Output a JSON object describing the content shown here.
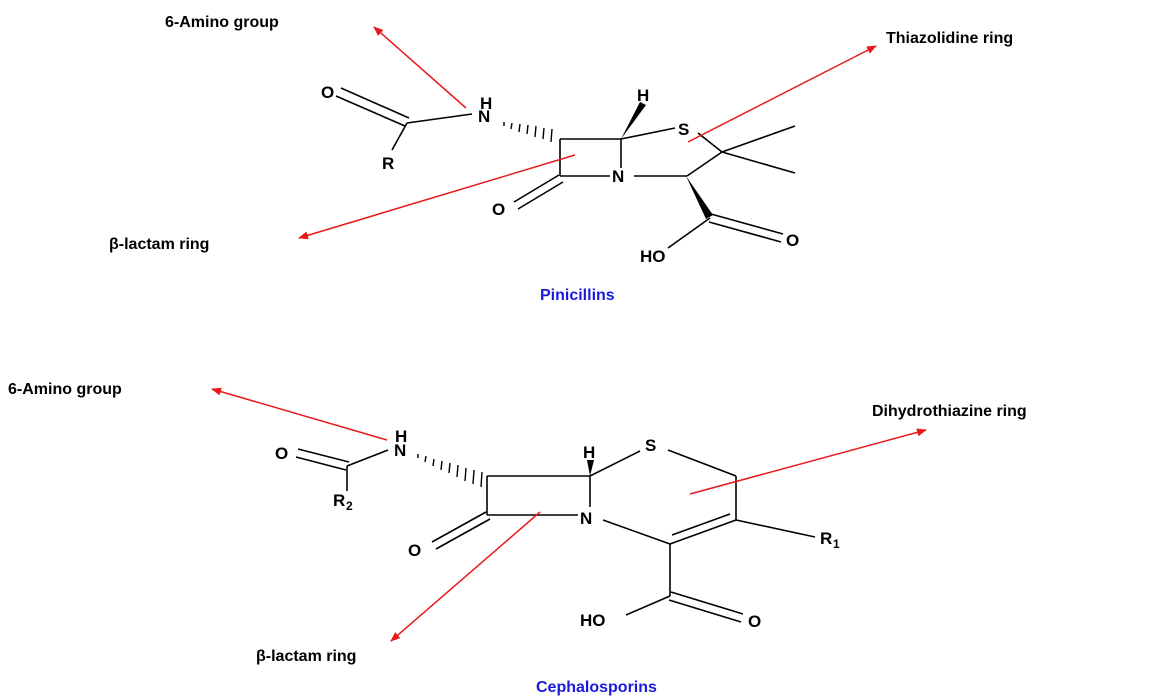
{
  "colors": {
    "arrow": "#e8191a",
    "caption": "#1a1adc",
    "ink": "#000000"
  },
  "penicillin": {
    "caption": "Pinicillins",
    "labels": {
      "amino": "6-Amino group",
      "thiazolidine": "Thiazolidine ring",
      "lactam": "β-lactam ring"
    },
    "atoms": {
      "o_acyl": "O",
      "r": "R",
      "h_n": "H",
      "n_amide": "N",
      "h_top": "H",
      "s": "S",
      "n_ring": "N",
      "o_lactam": "O",
      "ho": "HO",
      "o_acid": "O"
    }
  },
  "cephalosporin": {
    "caption": "Cephalosporins",
    "labels": {
      "amino": "6-Amino group",
      "dihydrothiazine": "Dihydrothiazine ring",
      "lactam": "β-lactam ring"
    },
    "atoms": {
      "o_acyl": "O",
      "r2": "R",
      "r2_sub": "2",
      "h_n": "H",
      "n_amide": "N",
      "h_top": "H",
      "s": "S",
      "n_ring": "N",
      "r1": "R",
      "r1_sub": "1",
      "o_lactam": "O",
      "ho": "HO",
      "o_acid": "O"
    }
  }
}
